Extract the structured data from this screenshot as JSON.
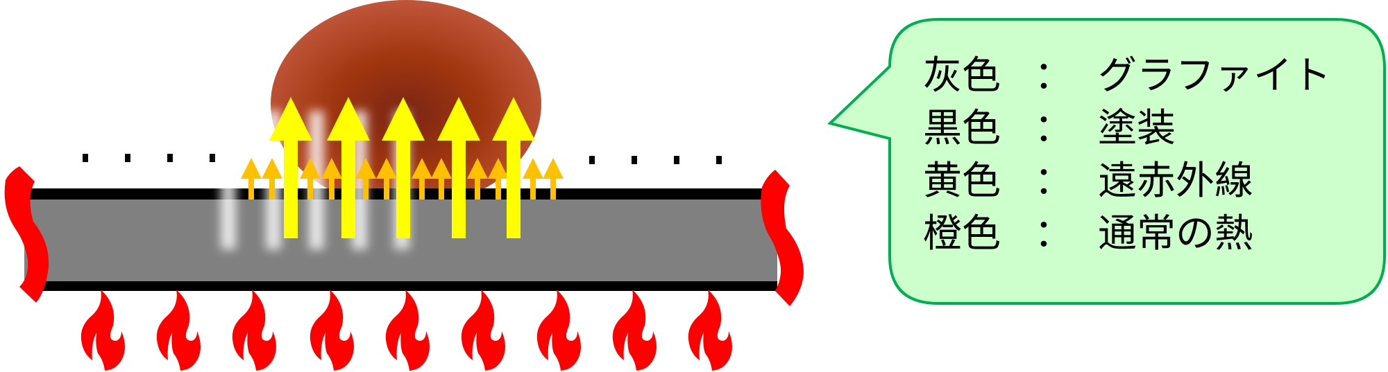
{
  "colors": {
    "plate": "#808080",
    "coating": "#000000",
    "far_infrared": "#ffff00",
    "normal_heat": "#ffc000",
    "flame": "#ff0000",
    "bubble_fill": "#ccffcc",
    "bubble_stroke": "#00b050"
  },
  "legend": {
    "rows": [
      {
        "color_label": "灰色",
        "colon": "：",
        "meaning": "グラファイト"
      },
      {
        "color_label": "黒色",
        "colon": "：",
        "meaning": "塗装"
      },
      {
        "color_label": "黄色",
        "colon": "：",
        "meaning": "遠赤外線"
      },
      {
        "color_label": "橙色",
        "colon": "：",
        "meaning": "通常の熱"
      }
    ]
  }
}
